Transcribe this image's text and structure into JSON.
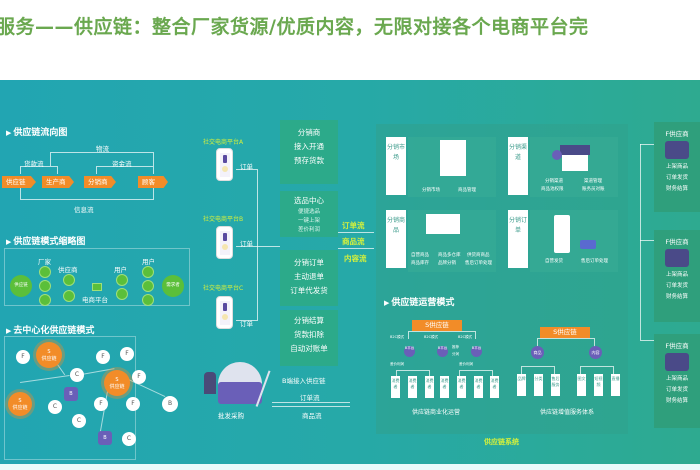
{
  "header": {
    "title": "服务——供应链：整合厂家货源/优质内容，无限对接各个电商平台完"
  },
  "colors": {
    "title_green": "#6aa84f",
    "panel_teal": "#22a5b2",
    "accent_orange": "#f28c28",
    "accent_yellow": "#d4f03c",
    "node_green": "#5bbf3a",
    "node_purple": "#6a5fb8"
  },
  "left": {
    "flow": {
      "title": "供应链流向图",
      "wuliu": "物流",
      "huokuan": "货款流",
      "zijin": "资金流",
      "xinxi": "信息流",
      "nodes": [
        "供应链",
        "生产商",
        "分销商",
        "顾客"
      ]
    },
    "model": {
      "title": "供应链模式缩略图",
      "factory": "厂家",
      "supplier": "供应商",
      "user1": "用户",
      "user2": "用户",
      "platform": "电商平台",
      "left_node": "供应链",
      "right_node": "需求者"
    },
    "decentral": {
      "title": "去中心化供应链模式",
      "s_label": "S",
      "s_text": "供应链",
      "f": "F",
      "c": "C",
      "b": "B",
      "hub": "B",
      "hub_sub": "电商平台"
    }
  },
  "middle": {
    "platforms": [
      "社交电商平台A",
      "社交电商平台B",
      "社交电商平台C"
    ],
    "order": "订单",
    "boxes": [
      {
        "lines": [
          "分销商",
          "接入开通",
          "预存货款"
        ]
      },
      {
        "lines": [
          "选品中心"
        ],
        "small": [
          "便捷选品",
          "一键上架",
          "差价利润"
        ]
      },
      {
        "lines": [
          "分销订单",
          "主动退单",
          "订单代发货"
        ]
      },
      {
        "lines": [
          "分销结算",
          "货款扣除",
          "自动对账单"
        ]
      }
    ],
    "flows": [
      "订单流",
      "商品流",
      "内容流"
    ],
    "b_access": "B端接入供应链",
    "order_flow": "订单流",
    "goods_flow": "商品流",
    "wholesale": "批发采购"
  },
  "right": {
    "cards": [
      {
        "label": "分销市场",
        "items": [
          "分销市场",
          "商品管理"
        ]
      },
      {
        "label": "分销渠道",
        "items": [
          "分销渠道",
          "商品池权限",
          "渠道管理",
          "账务员对账"
        ]
      },
      {
        "label": "分销商品",
        "items": [
          "自营商品",
          "商品多仓库",
          "供货商商品",
          "商品库存",
          "品牌分销",
          "售后订单处理"
        ]
      },
      {
        "label": "分销订单",
        "items": [
          "自营发货",
          "售后订单处理"
        ]
      }
    ],
    "ops": {
      "title": "供应链运营模式",
      "left_head": "S供应链",
      "right_head": "S供应链",
      "branch": "B2C模式",
      "b_node": "B平台",
      "share": "推荐",
      "share2": "分润",
      "profit": "差价利润",
      "leaf": "消费者",
      "left_caption": "供应链商业化运营",
      "right_caption": "供应链增值服务体系",
      "goods": "商品",
      "content": "内容",
      "right_leaves": [
        "品牌",
        "分类",
        "售后服务",
        "图文",
        "短视频",
        "直播"
      ]
    },
    "footer": "供应链系统"
  },
  "fcolumn": {
    "title": "F供应商",
    "items": [
      "上架商品",
      "订单发货",
      "财务结算"
    ]
  }
}
